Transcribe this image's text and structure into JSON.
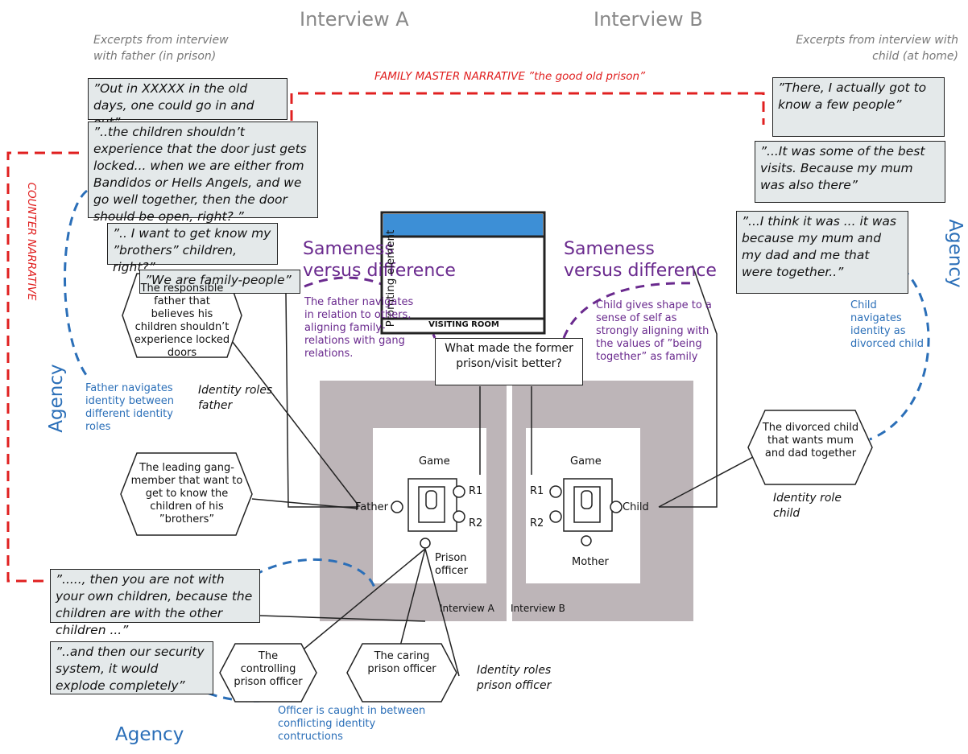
{
  "headers": {
    "interview_a": "Interview A",
    "interview_b": "Interview B",
    "excerpts_father": "Excerpts from interview with father (in prison)",
    "excerpts_child": "Excerpts from interview with child (at home)"
  },
  "narratives": {
    "master": "FAMILY  MASTER NARRATIVE ”the good old prison”",
    "counter": "COUNTER NARRATIVE"
  },
  "father_quotes": [
    "”Out in XXXXX  in the old days, one could go in and out”",
    "”..the children shouldn’t experience that the door just gets locked... when we are either from Bandidos or Hells Angels, and we go well together, then the door should be open, right? ”",
    "”.. I want to get know my ”brothers” children, right?”",
    "”We are family-people”"
  ],
  "child_quotes": [
    "”There, I actually got to know a few people”",
    "”...It was some of the best visits. Because my mum was also there”",
    "”...I think it was ... it was because my mum and my dad and me that were together..”"
  ],
  "officer_quotes": [
    "”....., then you are not with your own children, because the children are with the other children ...”",
    "”..and then our security system, it would explode completely”"
  ],
  "sameness": {
    "left": "Sameness versus difference",
    "right": "Sameness versus difference"
  },
  "prompting": {
    "element": "Promting element",
    "visiting_room": "VISITING ROOM",
    "accent_color": "#3d8fd6"
  },
  "question": "What made the former prison/visit better?",
  "navigation": {
    "father_navigates": "The father navigates in relation to others, aligning family-relations with gang relations.",
    "child_gives_shape": "Child gives shape to a sense of self as strongly aligning with the values of ”being together” as family",
    "father_identity": "Father navigates identity between different identity roles",
    "child_identity": "Child navigates identity as divorced child",
    "officer_caught": "Officer is caught in between conflicting identity contructions"
  },
  "agency": {
    "left": "Agency",
    "right": "Agency",
    "bottom": "Agency"
  },
  "identity_roles": {
    "father": "Identity roles father",
    "child": "Identity role child",
    "officer": "Identity roles prison officer"
  },
  "hexagons": {
    "responsible_father": "The responsible father that believes his children shouldn’t experience locked doors",
    "leading_gang": "The leading gang-member that want to get to know the children of his ”brothers”",
    "divorced_child": "The divorced child that wants mum and dad together",
    "controlling_officer": "The controlling prison officer",
    "caring_officer": "The caring prison officer"
  },
  "room_a": {
    "game": "Game",
    "r1": "R1",
    "r2": "R2",
    "father": "Father",
    "prison_officer": "Prison officer",
    "caption": "Interview A"
  },
  "room_b": {
    "game": "Game",
    "r1": "R1",
    "r2": "R2",
    "child": "Child",
    "mother": "Mother",
    "caption": "Interview B"
  },
  "colors": {
    "red": "#e02020",
    "purple": "#6a2a8e",
    "blue": "#2b6fb8",
    "quote_bg": "#e4e9ea",
    "room_bg": "#bdb5b8"
  }
}
